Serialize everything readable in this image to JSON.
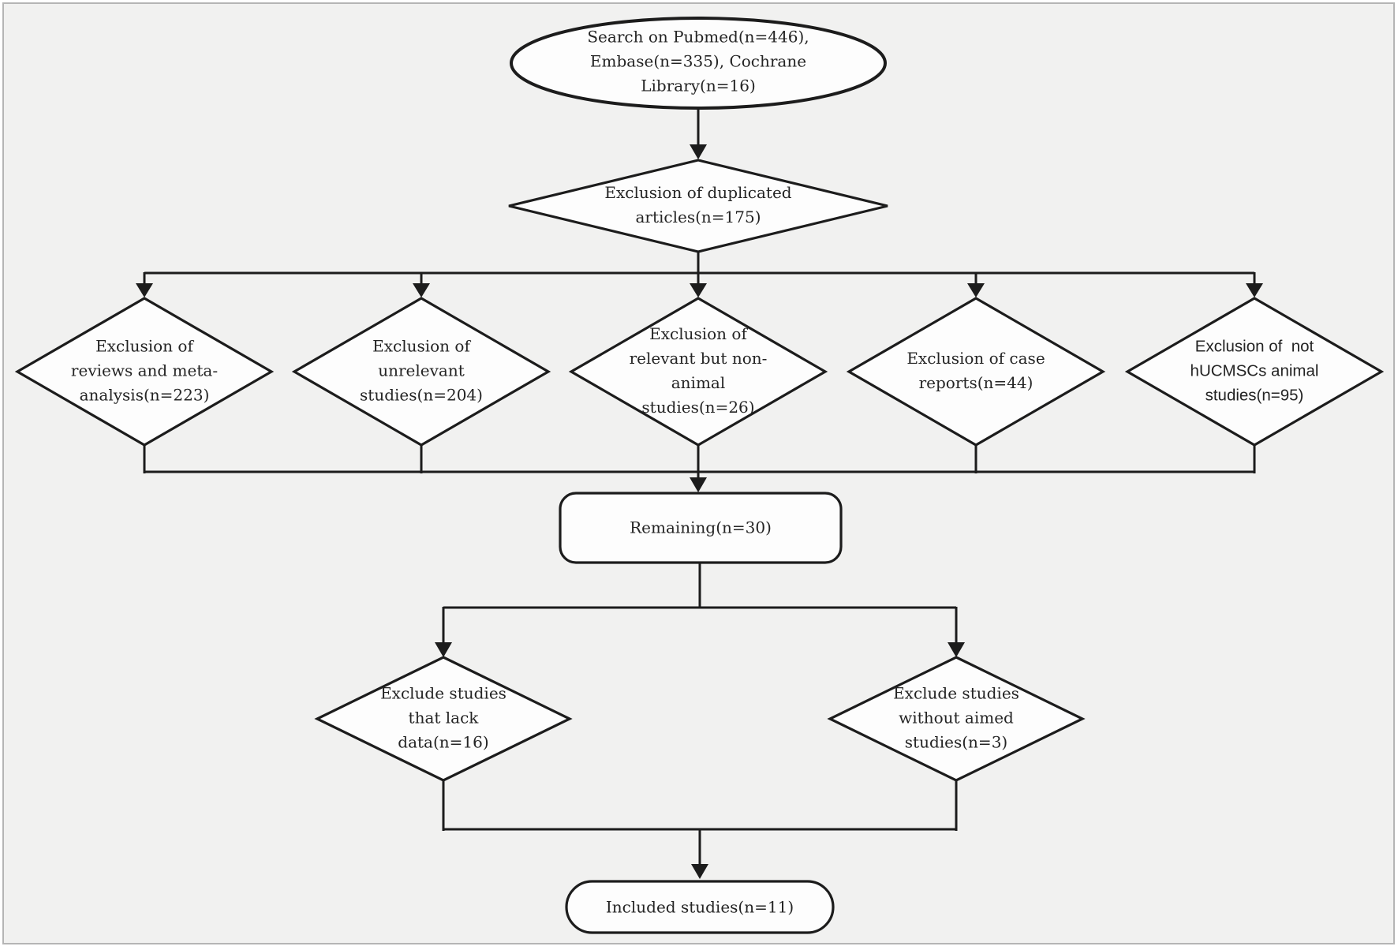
{
  "diagram": {
    "type": "study-selection-flowchart",
    "background_color": "#f1f1f0",
    "line_color": "#1c1c1c",
    "node_fill": "#fdfdfd",
    "nodes": {
      "search": {
        "shape": "ellipse",
        "label": "Search on Pubmed(n=446),\nEmbase(n=335), Cochrane Library(n=16)"
      },
      "duplicates": {
        "shape": "diamond",
        "label": "Exclusion of duplicated\narticles(n=175)"
      },
      "reviews": {
        "shape": "diamond",
        "label": "Exclusion of\nreviews and meta-\nanalysis(n=223)"
      },
      "unrelevant": {
        "shape": "diamond",
        "label": "Exclusion of\nunrelevant\nstudies(n=204)"
      },
      "non_animal": {
        "shape": "diamond",
        "label": "Exclusion of\nrelevant but non-\nanimal\nstudies(n=26)"
      },
      "case_reports": {
        "shape": "diamond",
        "label": "Exclusion of case\nreports(n=44)"
      },
      "not_hucmscs": {
        "shape": "diamond",
        "label": "Exclusion of  not\nhUCMSCs animal\nstudies(n=95)"
      },
      "remaining": {
        "shape": "rounded-rect",
        "label": "Remaining(n=30)"
      },
      "lack_data": {
        "shape": "diamond",
        "label": "Exclude studies\nthat lack\ndata(n=16)"
      },
      "without_aim": {
        "shape": "diamond",
        "label": "Exclude studies\nwithout aimed\nstudies(n=3)"
      },
      "included": {
        "shape": "stadium",
        "label": "Included studies(n=11)"
      }
    },
    "edges": [
      {
        "from": "search",
        "to": "duplicates"
      },
      {
        "from": "duplicates",
        "to": "reviews"
      },
      {
        "from": "duplicates",
        "to": "unrelevant"
      },
      {
        "from": "duplicates",
        "to": "non_animal"
      },
      {
        "from": "duplicates",
        "to": "case_reports"
      },
      {
        "from": "duplicates",
        "to": "not_hucmscs"
      },
      {
        "from": "reviews",
        "to": "remaining"
      },
      {
        "from": "unrelevant",
        "to": "remaining"
      },
      {
        "from": "non_animal",
        "to": "remaining"
      },
      {
        "from": "case_reports",
        "to": "remaining"
      },
      {
        "from": "not_hucmscs",
        "to": "remaining"
      },
      {
        "from": "remaining",
        "to": "lack_data"
      },
      {
        "from": "remaining",
        "to": "without_aim"
      },
      {
        "from": "lack_data",
        "to": "included"
      },
      {
        "from": "without_aim",
        "to": "included"
      }
    ]
  }
}
